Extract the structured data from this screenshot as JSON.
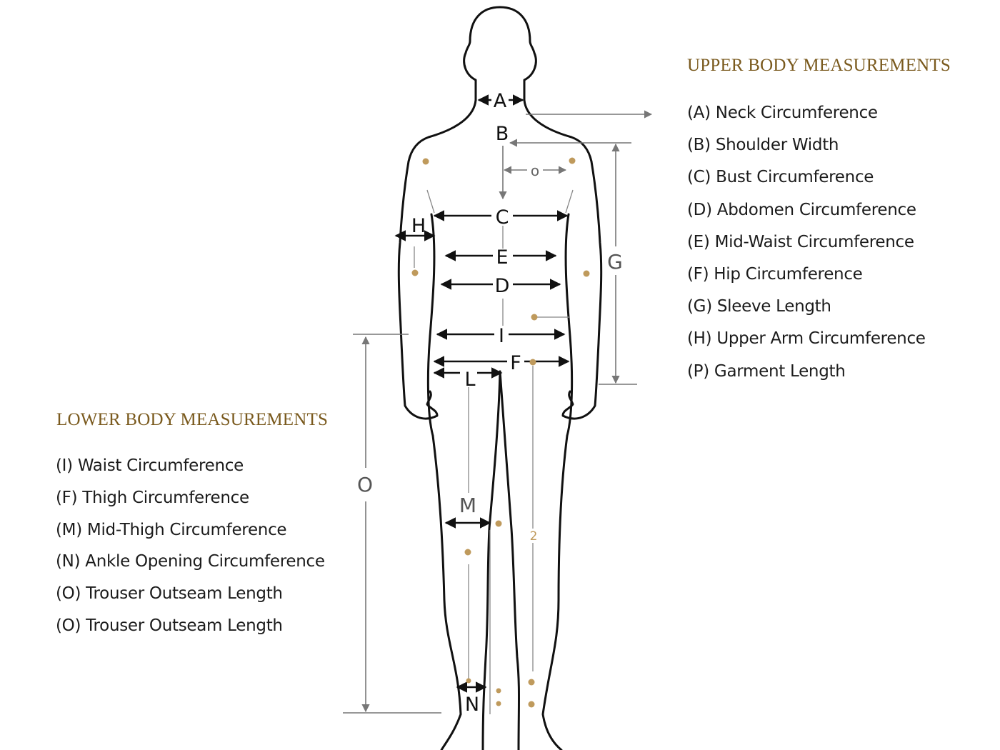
{
  "colors": {
    "accent": "#7a5a1e",
    "dot": "#bf9a5c",
    "outline": "#111111",
    "guide": "#7a7a7a"
  },
  "upper": {
    "title": "UPPER BODY MEASUREMENTS",
    "items": [
      "(A) Neck Circumference",
      "(B) Shoulder Width",
      "(C) Bust Circumference",
      "(D) Abdomen Circumference",
      "(E) Mid-Waist Circumference",
      "(F) Hip Circumference",
      "(G) Sleeve Length",
      "(H) Upper Arm Circumference",
      "(P) Garment Length"
    ]
  },
  "lower": {
    "title": "LOWER BODY MEASUREMENTS",
    "items": [
      "(I) Waist Circumference",
      "(F) Thigh Circumference",
      "(M) Mid-Thigh Circumference",
      "(N) Ankle Opening Circumference",
      "(O) Trouser Outseam Length",
      "(O) Trouser Outseam Length"
    ]
  },
  "figure": {
    "labels": {
      "a": "A",
      "b": "B",
      "o_small": "o",
      "c": "C",
      "h": "H",
      "e": "E",
      "d": "D",
      "g": "G",
      "i": "I",
      "f": "F",
      "l": "L",
      "o": "O",
      "m": "M",
      "two": "2",
      "n": "N"
    }
  }
}
